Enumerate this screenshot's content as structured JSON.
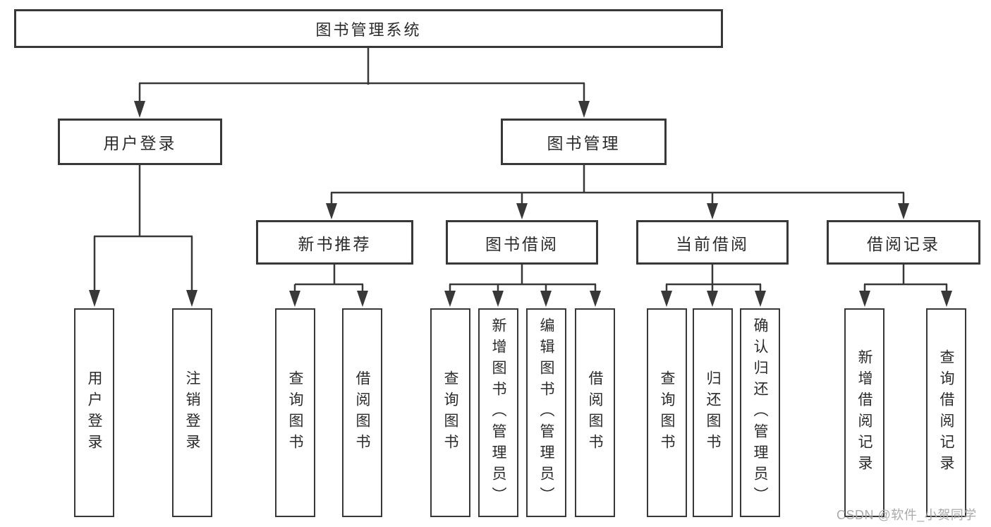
{
  "tree": {
    "root": "图书管理系统",
    "children": [
      {
        "label": "用户登录",
        "children": [
          "用户登录",
          "注销登录"
        ]
      },
      {
        "label": "图书管理",
        "children": [
          {
            "label": "新书推荐",
            "children": [
              "查询图书",
              "借阅图书"
            ]
          },
          {
            "label": "图书借阅",
            "children": [
              "查询图书",
              "新增图书（管理员）",
              "编辑图书（管理员）",
              "借阅图书"
            ]
          },
          {
            "label": "当前借阅",
            "children": [
              "查询图书",
              "归还图书",
              "确认归还（管理员）"
            ]
          },
          {
            "label": "借阅记录",
            "children": [
              "新增借阅记录",
              "查询借阅记录"
            ]
          }
        ]
      }
    ]
  },
  "watermark": "CSDN @软件_小贺同学",
  "colors": {
    "line": "#383838",
    "box_border": "#383838",
    "text": "#2b2b2b",
    "watermark": "#aaaaaa",
    "background": "#ffffff"
  }
}
